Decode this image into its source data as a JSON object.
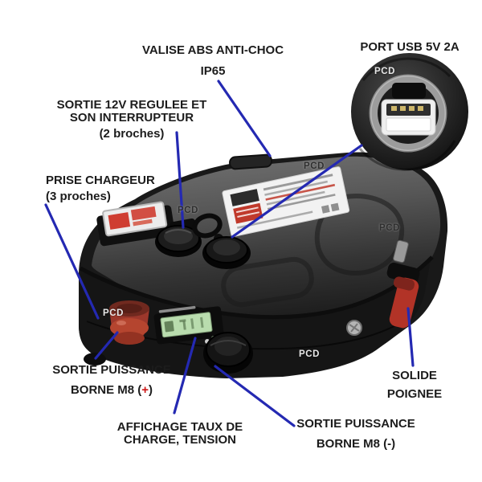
{
  "image": {
    "type": "annotated-product-photo",
    "subject": "Valise batterie portable (battery power box) avec annotations",
    "background": "#ffffff"
  },
  "annotation_style": {
    "line_color": "#2429b2",
    "text_color": "#1c1c1c",
    "plus_sign_color": "#cc1414"
  },
  "watermark": {
    "text": "PCD"
  },
  "callouts": {
    "valise": {
      "line1": "VALISE ABS ANTI-CHOC",
      "line2": "IP65"
    },
    "usb_port": {
      "line1": "PORT USB 5V 2A"
    },
    "sortie_12v": {
      "line1": "SORTIE 12V REGULEE ET",
      "line2": "SON INTERRUPTEUR",
      "line3": "(2 broches)"
    },
    "prise_chargeur": {
      "line1": "PRISE CHARGEUR",
      "line2": "(3 proches)"
    },
    "sortie_puissance_plus": {
      "line1": "SORTIE PUISSANCE",
      "line2_prefix": "BORNE M8 (",
      "line2_sign": "+",
      "line2_suffix": ")"
    },
    "affichage": {
      "line1": "AFFICHAGE TAUX DE",
      "line2": "CHARGE, TENSION"
    },
    "sortie_puissance_minus": {
      "line1": "SORTIE PUISSANCE",
      "line2": "BORNE M8 (-)"
    },
    "solide_poignee": {
      "line1": "SOLIDE",
      "line2": "POIGNEE"
    }
  },
  "product_colors": {
    "case_black": "#191919",
    "lid_gray": "#4a4a4a",
    "terminal_red": "#b2402f",
    "handle_red": "#b23327",
    "display_green": "#b9dcae",
    "sticker_white": "#f2f2f2"
  }
}
